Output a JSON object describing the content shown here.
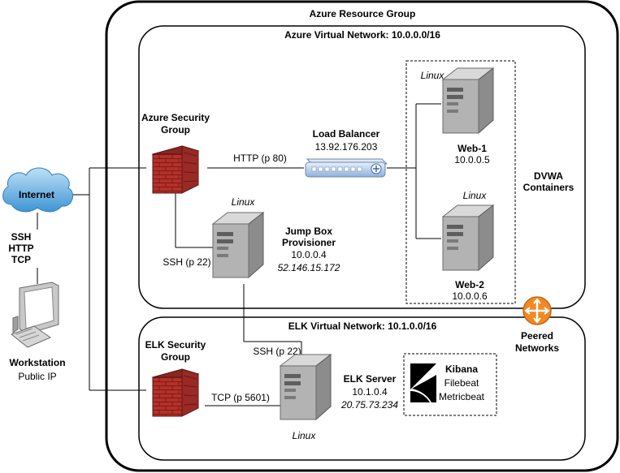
{
  "resource_group": {
    "title": "Azure Resource Group"
  },
  "azure_vnet": {
    "title": "Azure Virtual Network: 10.0.0.0/16"
  },
  "elk_vnet": {
    "title": "ELK Virtual Network: 10.1.0.0/16"
  },
  "internet": {
    "label": "Internet"
  },
  "protocols": {
    "line1": "SSH",
    "line2": "HTTP",
    "line3": "TCP"
  },
  "workstation": {
    "name": "Workstation",
    "ip_label": "Public IP"
  },
  "azure_sg": {
    "line1": "Azure Security",
    "line2": "Group"
  },
  "elk_sg": {
    "line1": "ELK Security",
    "line2": "Group"
  },
  "http_link": {
    "label": "HTTP (p 80)"
  },
  "ssh_link_jump": {
    "label": "SSH (p 22)"
  },
  "ssh_link_elk": {
    "label": "SSH (p 22)"
  },
  "tcp_link": {
    "label": "TCP (p 5601)"
  },
  "load_balancer": {
    "name": "Load Balancer",
    "ip": "13.92.176.203"
  },
  "jump_box": {
    "os": "Linux",
    "line1": "Jump Box",
    "line2": "Provisioner",
    "private_ip": "10.0.0.4",
    "public_ip": "52.146.15.172"
  },
  "web1": {
    "os": "Linux",
    "name": "Web-1",
    "ip": "10.0.0.5"
  },
  "web2": {
    "os": "Linux",
    "name": "Web-2",
    "ip": "10.0.0.6"
  },
  "dvwa": {
    "line1": "DVWA",
    "line2": "Containers"
  },
  "peering": {
    "line1": "Peered",
    "line2": "Networks"
  },
  "elk_server": {
    "name": "ELK Server",
    "private_ip": "10.1.0.4",
    "public_ip": "20.75.73.234",
    "os": "Linux"
  },
  "elk_stack": {
    "kibana": "Kibana",
    "filebeat": "Filebeat",
    "metricbeat": "Metricbeat"
  },
  "colors": {
    "firewall_red": "#b5302a",
    "cloud_blue": "#4a9fd8",
    "lb_blue": "#a9c4e8",
    "peering_orange": "#f08a24",
    "server_gray": "#9b9b9b"
  }
}
